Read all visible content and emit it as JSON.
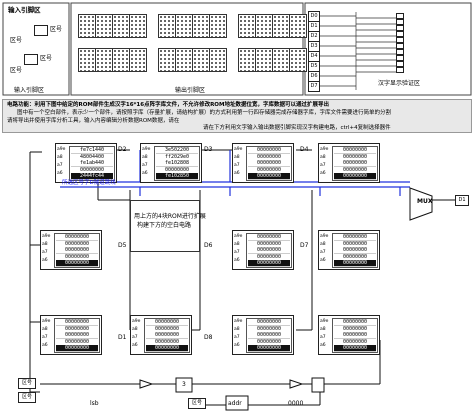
{
  "top": {
    "input_title": "输入引脚区",
    "input_label_1": "区号",
    "input_label_2": "区号",
    "input_box_1": "区号",
    "input_box_2": "区号",
    "input_bottom": "输入引脚区",
    "output_label": "输出引脚区",
    "test_label": "汉字显示验证区",
    "display_outputs": [
      "D0",
      "D1",
      "D2",
      "D3",
      "D4",
      "D5",
      "D6",
      "D7"
    ]
  },
  "notice": {
    "line1": "电路功能：利用下图中给定的ROM部件生成汉字16*16点阵字库文件，不允许修改ROM地址数据位宽，字库数据可以通过扩展导出",
    "line2": "图中有一个空白部件，表示少一个部件，请按照字库（存量扩展，请结构扩展）的方式利用第一行四存储器完成存储器字库，字库文件需要进行简单的分割",
    "line3": "请将导出并使用字库分析工具，输入内容编辑分析数据ROM数据，请在",
    "line4": "请在下方利用文字输入输出数据引脚实现汉字构建电路，ctrl+4复制选择器件"
  },
  "roms_top": [
    {
      "name": "rom-top-1",
      "pins": [
        "a9e",
        "a8",
        "a7",
        "a6"
      ],
      "rows": [
        "fe7c1440",
        "48004400",
        "fe1ab440",
        "00000000",
        "2444fc44"
      ],
      "sel": 4
    },
    {
      "name": "rom-top-2",
      "pins": [
        "a9e",
        "a8",
        "a7",
        "a6"
      ],
      "rows": [
        "3e502200",
        "ff2029e0",
        "fe102808",
        "00000000",
        "fe102850"
      ],
      "sel": 4
    },
    {
      "name": "rom-top-3",
      "pins": [
        "a9e",
        "a8",
        "a7",
        "a6"
      ],
      "rows": [
        "00000000",
        "00000000",
        "00000000",
        "00000000",
        "00000000"
      ],
      "sel": 4
    },
    {
      "name": "rom-top-4",
      "pins": [
        "a9e",
        "a8",
        "a7",
        "a6"
      ],
      "rows": [
        "00000000",
        "00000000",
        "00000000",
        "00000000",
        "00000000"
      ],
      "sel": 4
    }
  ],
  "roms_mid": [
    {
      "name": "rom-mid-1",
      "pins": [
        "a9e",
        "a8",
        "a7",
        "a6"
      ],
      "rows": [
        "00000000",
        "00000000",
        "00000000",
        "00000000",
        "00000000"
      ],
      "sel": 4
    },
    {
      "name": "rom-mid-3",
      "pins": [
        "a9e",
        "a8",
        "a7",
        "a6"
      ],
      "rows": [
        "00000000",
        "00000000",
        "00000000",
        "00000000",
        "00000000"
      ],
      "sel": 4
    },
    {
      "name": "rom-mid-4",
      "pins": [
        "a9e",
        "a8",
        "a7",
        "a6"
      ],
      "rows": [
        "00000000",
        "00000000",
        "00000000",
        "00000000",
        "00000000"
      ],
      "sel": 4
    }
  ],
  "roms_bot": [
    {
      "name": "rom-bot-1",
      "pins": [
        "a9e",
        "a8",
        "a7",
        "a6"
      ],
      "rows": [
        "00000000",
        "00000000",
        "00000000",
        "00000000",
        "00000000"
      ],
      "sel": 4
    },
    {
      "name": "rom-bot-2",
      "pins": [
        "a9e",
        "a8",
        "a7",
        "a6"
      ],
      "rows": [
        "00000000",
        "00000000",
        "00000000",
        "00000000",
        "00000000"
      ],
      "sel": 4
    },
    {
      "name": "rom-bot-3",
      "pins": [
        "a9e",
        "a8",
        "a7",
        "a6"
      ],
      "rows": [
        "00000000",
        "00000000",
        "00000000",
        "00000000",
        "00000000"
      ],
      "sel": 4
    },
    {
      "name": "rom-bot-4",
      "pins": [
        "a9e",
        "a8",
        "a7",
        "a6"
      ],
      "rows": [
        "00000000",
        "00000000",
        "00000000",
        "00000000",
        "00000000"
      ],
      "sel": 4
    }
  ],
  "labels": {
    "tunnel_label": "所选区号字D隧道跳线",
    "blank_note_1": "用上方的4块ROM进行扩展",
    "blank_note_2": "构建下方的空白电路",
    "mux": "MUX",
    "d1": "D1",
    "d2": "D2",
    "d3": "D3",
    "d4": "D4",
    "d5": "D5",
    "d6": "D6",
    "d7": "D7",
    "d8": "D8",
    "out": "D1",
    "bottom_in_1": "区号",
    "bottom_in_2": "区号",
    "bottom_in_3": "区号",
    "addr": "addr",
    "lsb": "lsb",
    "oooo": "0000",
    "cnt": "3"
  }
}
